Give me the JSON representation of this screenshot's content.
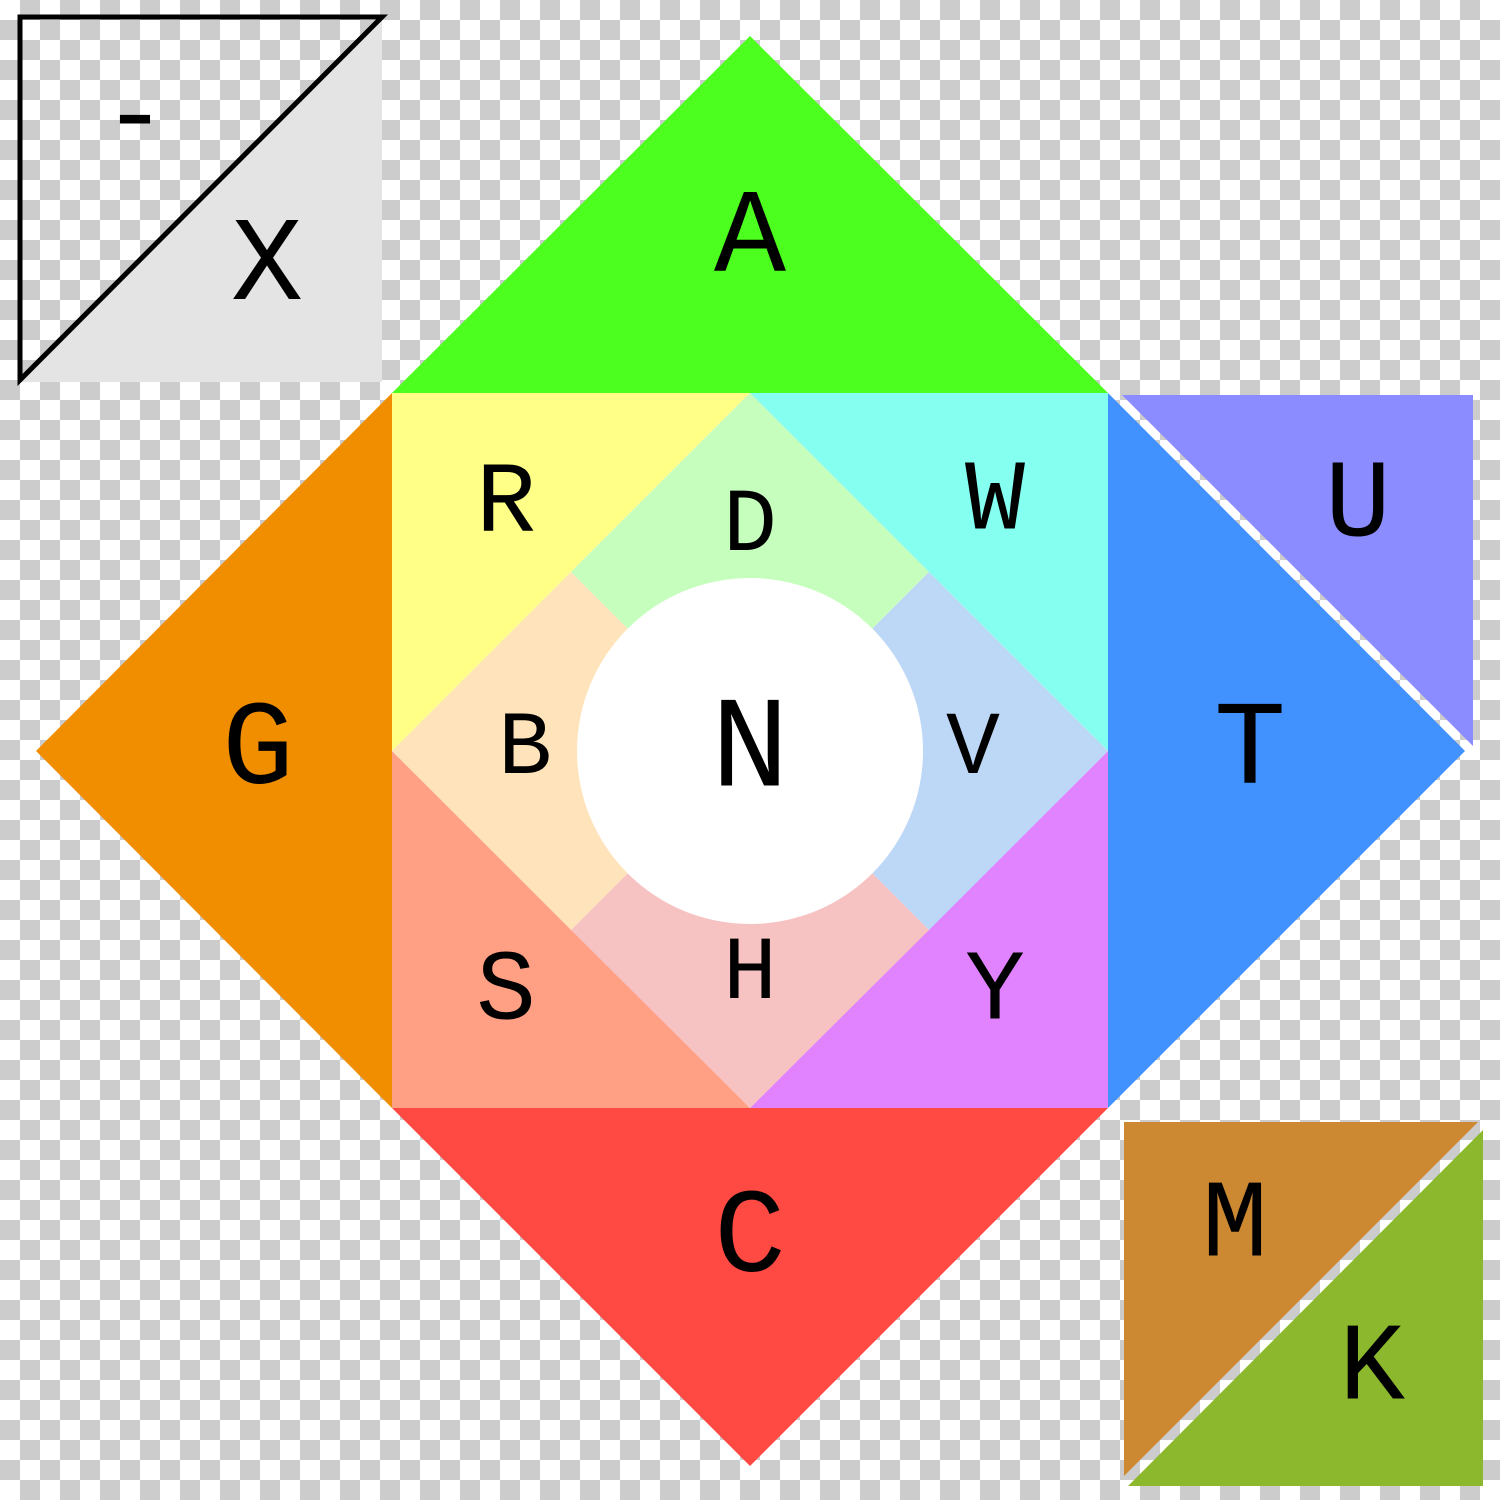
{
  "regions": [
    {
      "id": "A",
      "label": "A",
      "color": "#4cff1f"
    },
    {
      "id": "G",
      "label": "G",
      "color": "#f08e00"
    },
    {
      "id": "C",
      "label": "C",
      "color": "#ff4a44"
    },
    {
      "id": "T",
      "label": "T",
      "color": "#4191ff"
    },
    {
      "id": "U",
      "label": "U",
      "color": "#8a8cff"
    },
    {
      "id": "R",
      "label": "R",
      "color": "#ffff88"
    },
    {
      "id": "W",
      "label": "W",
      "color": "#84fff0"
    },
    {
      "id": "S",
      "label": "S",
      "color": "#ff9f84"
    },
    {
      "id": "Y",
      "label": "Y",
      "color": "#e183ff"
    },
    {
      "id": "D",
      "label": "D",
      "color": "#c6ffbd"
    },
    {
      "id": "V",
      "label": "V",
      "color": "#ffe4bb"
    },
    {
      "id": "H",
      "label": "H",
      "color": "#bdd7f7"
    },
    {
      "id": "B",
      "label": "B",
      "color": "#f7c3c2"
    },
    {
      "id": "N",
      "label": "N",
      "color": "#ffffff"
    },
    {
      "id": "M",
      "label": "M",
      "color": "#cd8832"
    },
    {
      "id": "K",
      "label": "K",
      "color": "#8cb82e"
    }
  ],
  "legend": {
    "upper_label": "-",
    "lower_label": "X",
    "lower_color": "#e4e4e4",
    "stroke_color": "#000000"
  }
}
